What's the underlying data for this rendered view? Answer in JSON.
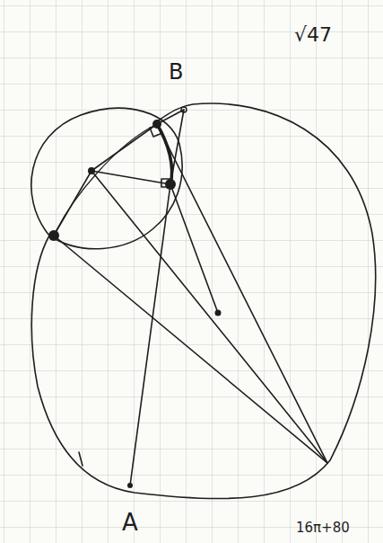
{
  "diagram": {
    "labels": [
      "B",
      "√47",
      "A",
      "16π+80"
    ]
  }
}
